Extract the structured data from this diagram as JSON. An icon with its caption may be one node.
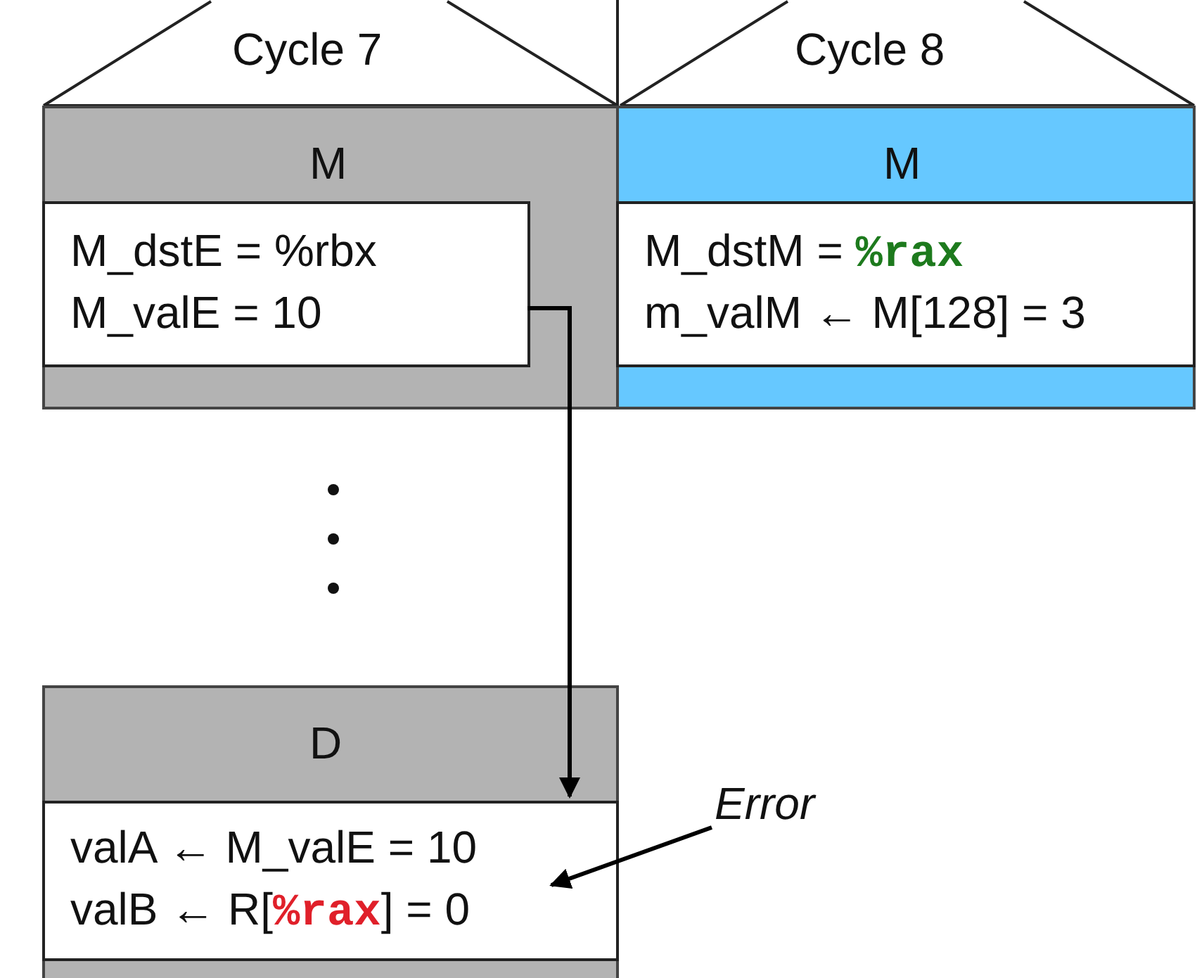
{
  "diagram": {
    "nodes": [
      {
        "text": [
          "Cycle 7"
        ]
      },
      {
        "text": [
          "Cycle 8"
        ]
      },
      {
        "text": [
          "M"
        ]
      },
      {
        "text": [
          "M_dstE = %rbx",
          "M_valE = 10"
        ],
        "in": 2
      },
      {
        "text": [
          "M"
        ]
      },
      {
        "text": [
          "M_dstM = **%rax**",
          "m_valM ← M[128] = 3"
        ],
        "in": 4
      },
      {
        "text": [
          "D"
        ]
      },
      {
        "text": [
          "valA ← M_valE = 10",
          "valB ← R[**%rax**] = 0"
        ],
        "in": 6
      },
      {
        "text": [
          "Error"
        ]
      }
    ],
    "edges": [
      {
        "from": 3,
        "to": 7,
        "arrow": "to"
      },
      {
        "from": 8,
        "to": 7,
        "arrow": "to"
      }
    ]
  }
}
